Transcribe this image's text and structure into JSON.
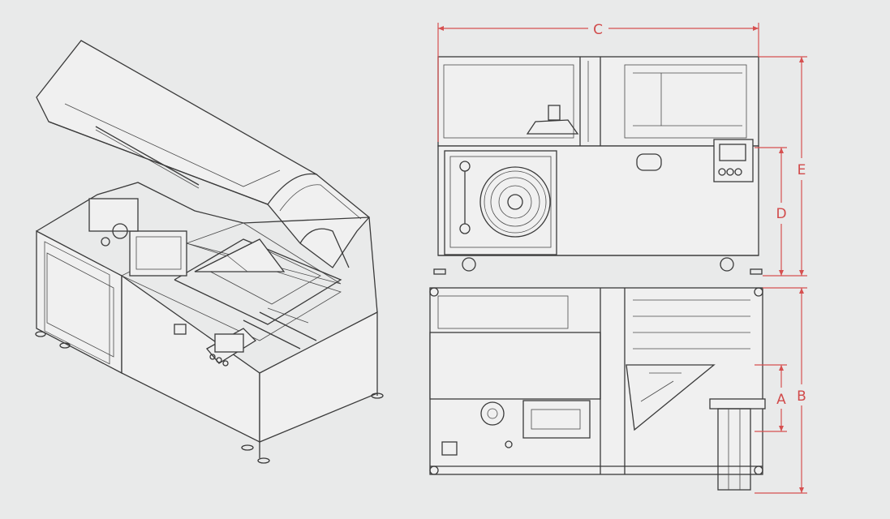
{
  "dimension_labels": {
    "c": "C",
    "e": "E",
    "d": "D",
    "b": "B",
    "a": "A"
  },
  "colors": {
    "background": "#e9eaea",
    "line": "#3a3a3a",
    "dimension": "#d65050"
  }
}
